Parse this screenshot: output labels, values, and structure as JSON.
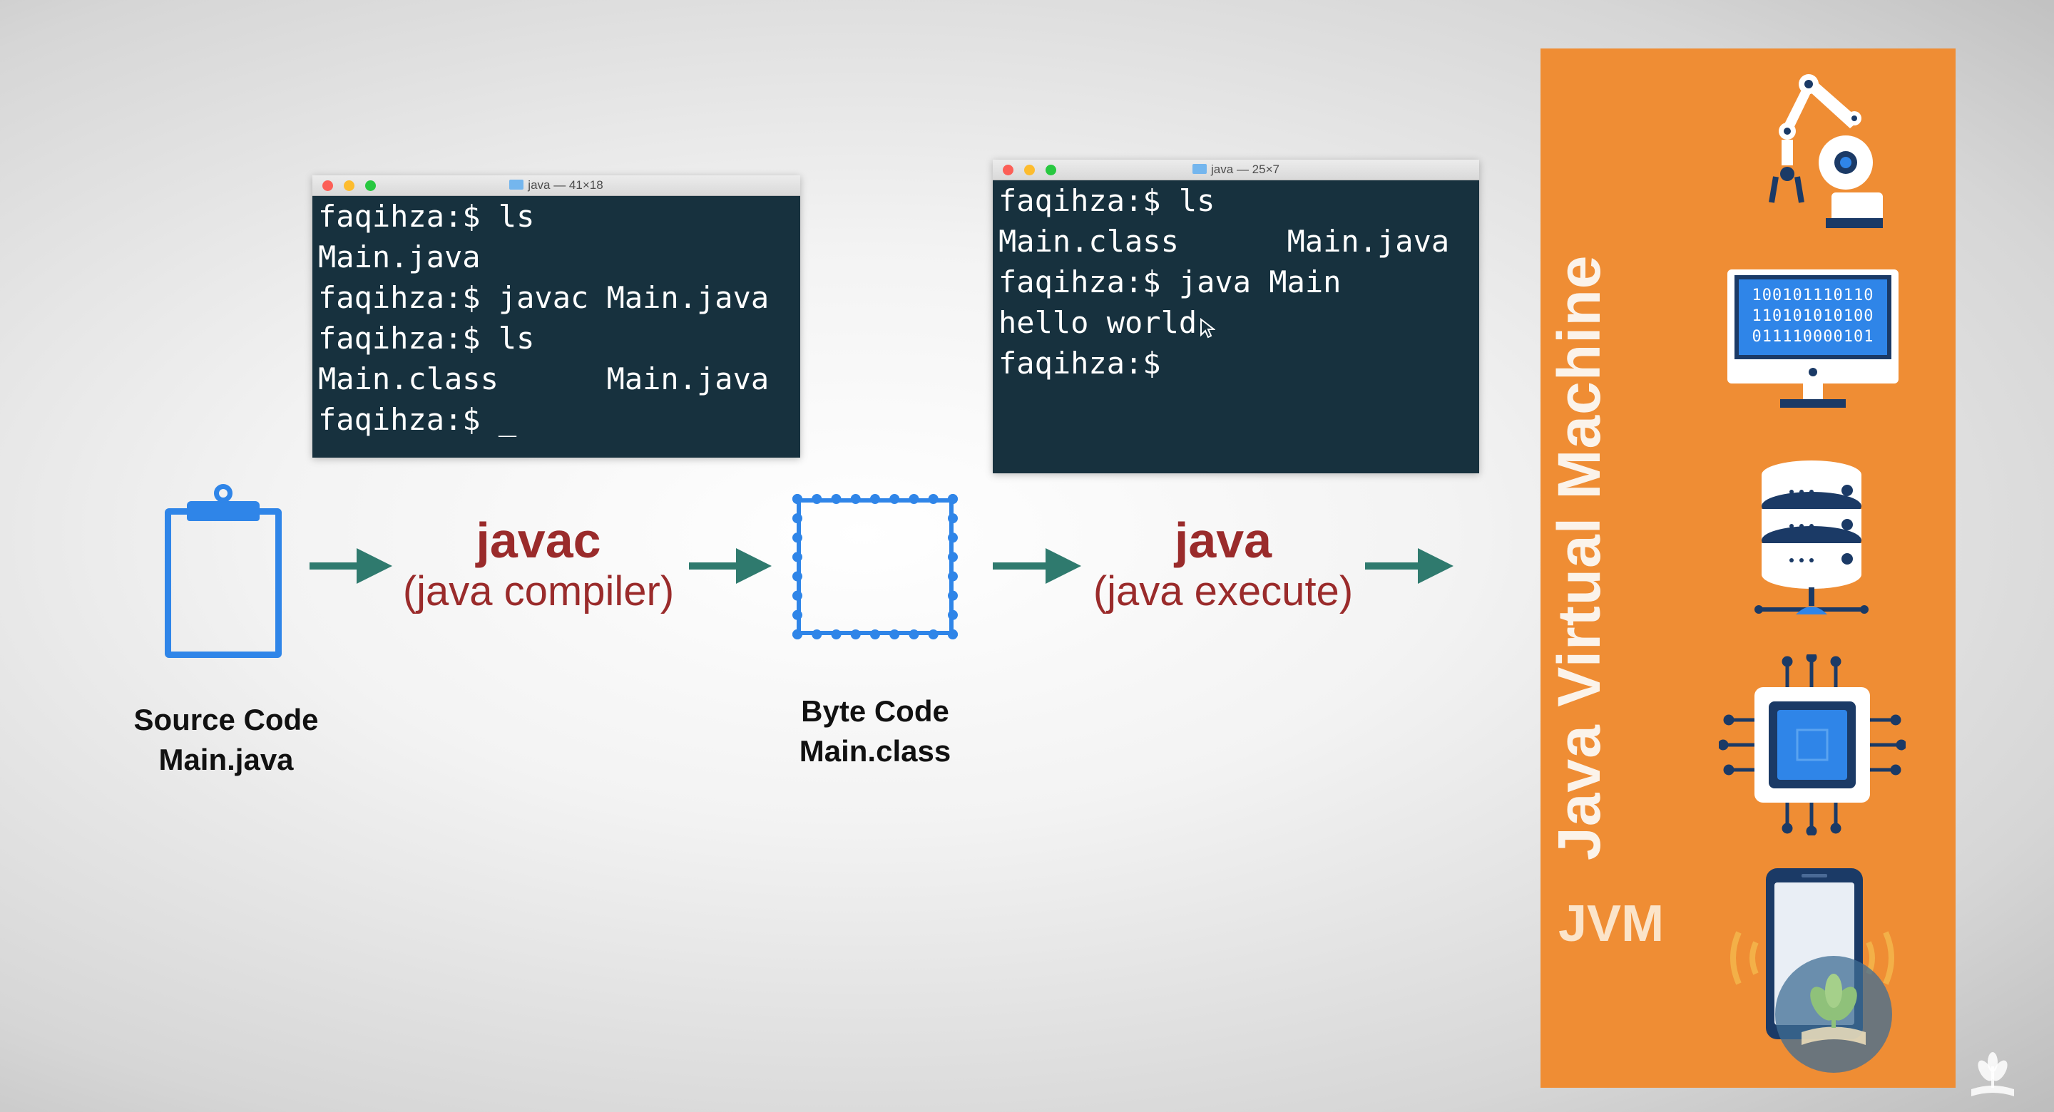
{
  "terminals": [
    {
      "title": "java — 41×18",
      "lines": [
        "faqihza:$ ls",
        "Main.java",
        "faqihza:$ javac Main.java",
        "faqihza:$ ls",
        "Main.class      Main.java",
        "faqihza:$ _"
      ]
    },
    {
      "title": "java — 25×7",
      "lines": [
        "faqihza:$ ls",
        "Main.class      Main.java",
        "faqihza:$ java Main",
        "hello world",
        "faqihza:$"
      ]
    }
  ],
  "flow": {
    "source": {
      "label": "Source Code",
      "file": "Main.java"
    },
    "compiler": {
      "title": "javac",
      "subtitle": "(java compiler)"
    },
    "bytecode": {
      "label": "Byte Code",
      "file": "Main.class"
    },
    "execute": {
      "title": "java",
      "subtitle": "(java execute)"
    }
  },
  "jvm": {
    "title": "Java Virtual Machine",
    "short": "JVM",
    "binary_lines": [
      "100101110110",
      "110101010100",
      "011110000101"
    ],
    "icons": [
      "robot-arm-icon",
      "computer-monitor-icon",
      "database-server-icon",
      "cpu-chip-icon",
      "smartphone-icon"
    ]
  },
  "colors": {
    "accent_blue": "#2f85e8",
    "label_red": "#9a2b2b",
    "arrow_teal": "#2f7a6e",
    "jvm_orange": "#ef8d34",
    "terminal_bg": "#17313e"
  }
}
